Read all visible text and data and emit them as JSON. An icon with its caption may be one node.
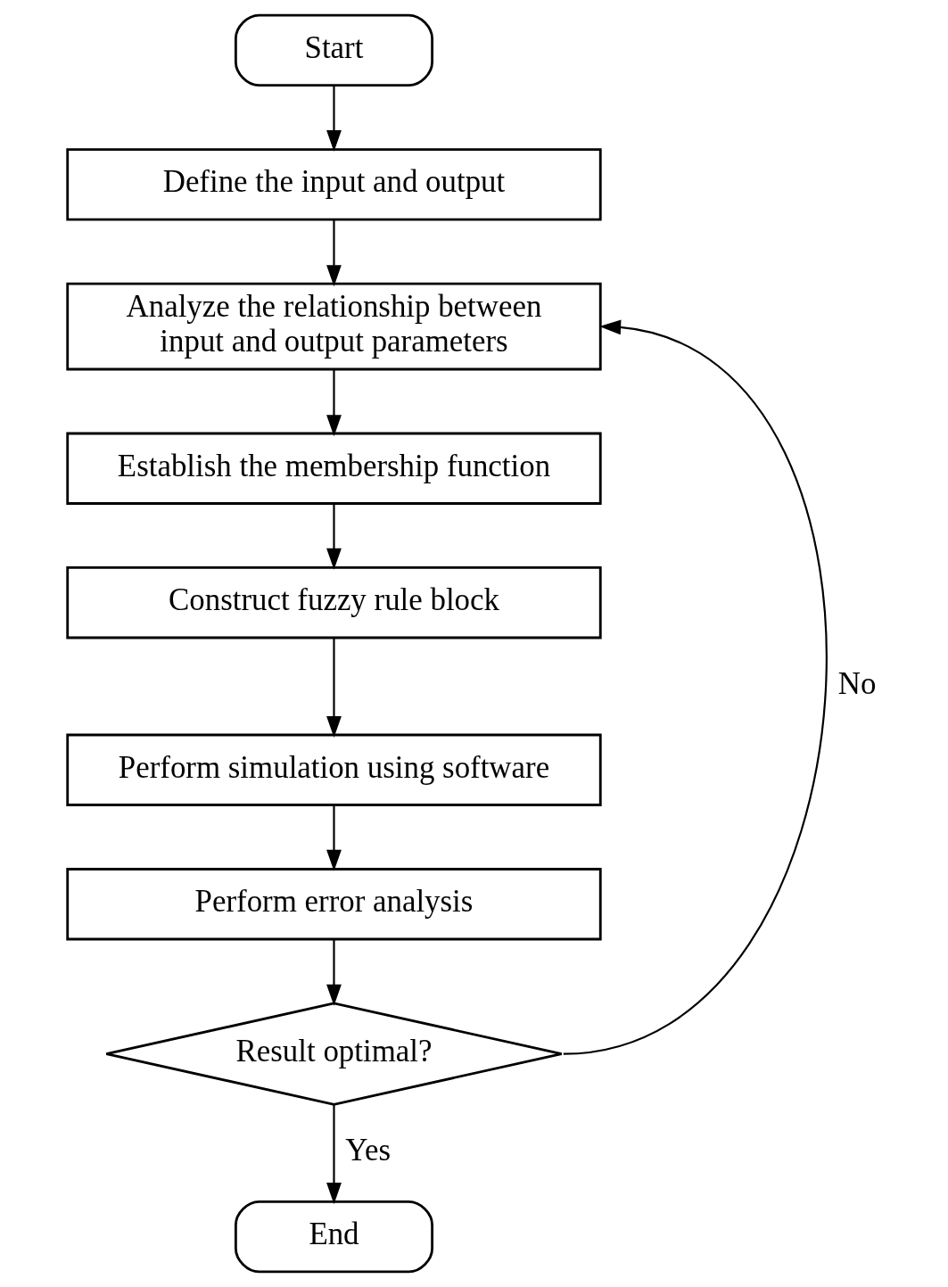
{
  "diagram": {
    "nodes": [
      {
        "text": [
          "Start"
        ]
      },
      {
        "text": [
          "Define the input and output"
        ]
      },
      {
        "text": [
          "Analyze the relationship between input and output parameters"
        ]
      },
      {
        "text": [
          "Establish the membership function"
        ]
      },
      {
        "text": [
          "Construct fuzzy rule block"
        ]
      },
      {
        "text": [
          "Perform simulation using software"
        ]
      },
      {
        "text": [
          "Perform error analysis"
        ]
      },
      {
        "text": [
          "Result optimal?"
        ]
      },
      {
        "text": [
          "End"
        ]
      }
    ],
    "edges": [
      {
        "from": 0,
        "to": 1,
        "arrow": "to"
      },
      {
        "from": 1,
        "to": 2,
        "arrow": "to"
      },
      {
        "from": 2,
        "to": 3,
        "arrow": "to"
      },
      {
        "from": 3,
        "to": 4,
        "arrow": "to"
      },
      {
        "from": 4,
        "to": 5,
        "arrow": "to"
      },
      {
        "from": 5,
        "to": 6,
        "arrow": "to"
      },
      {
        "from": 6,
        "to": 7,
        "arrow": "to"
      },
      {
        "from": 7,
        "to": 2,
        "arrow": "to",
        "label": "No"
      },
      {
        "from": 7,
        "to": 8,
        "arrow": "to",
        "label": "Yes"
      }
    ]
  }
}
